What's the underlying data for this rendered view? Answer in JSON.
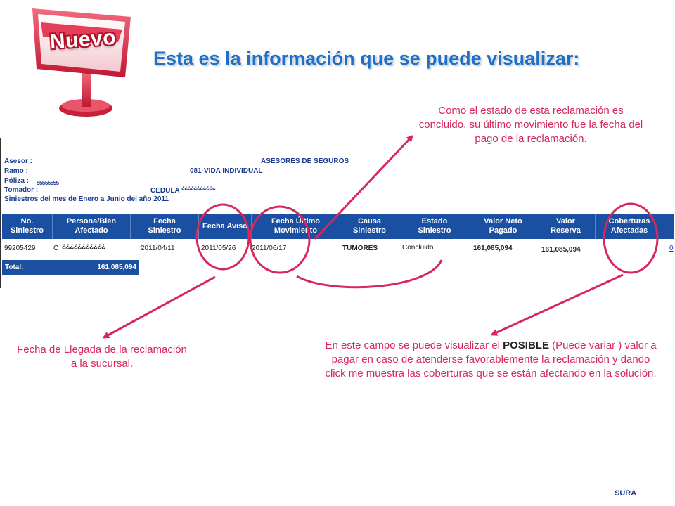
{
  "header": {
    "badge_text": "Nuevo",
    "title": "Esta es la información que se puede  visualizar:"
  },
  "report": {
    "asesor_label": "Asesor :",
    "asesor_value": "ASESORES DE SEGUROS",
    "ramo_label": "Ramo :",
    "ramo_value": "081-VIDA INDIVIDUAL",
    "poliza_label": "Póliza :",
    "poliza_value": "55555555",
    "tomador_label": "Tomador :",
    "tomador_value": "CEDULA",
    "tomador_mask": "¿¿¿¿¿¿¿¿¿¿¿",
    "periodo": "Siniestros del mes de Enero a Junio del año 2011",
    "columns": [
      "No.\nSiniestro",
      "Persona/Bien\nAfectado",
      "Fecha\nSiniestro",
      "Fecha Aviso",
      "Fecha Último\nMovimiento",
      "Causa\nSiniestro",
      "Estado\nSiniestro",
      "Valor Neto\nPagado",
      "Valor\nReserva",
      "Coberturas\nAfectadas"
    ],
    "row": {
      "siniestro": "99205429",
      "persona_prefix": "C",
      "persona_mask": "¿¿¿¿¿¿¿¿¿¿¿",
      "fecha_siniestro": "2011/04/11",
      "fecha_aviso": "2011/05/26",
      "fecha_ultimo": "2011/06/17",
      "causa": "TUMORES",
      "estado": "Concluido",
      "valor_neto": "161,085,094",
      "valor_reserva": "161,085,094",
      "coberturas_link": "0"
    },
    "total_label": "Total:",
    "total_value": "161,085,094"
  },
  "annotations": {
    "estado_note": "Como el estado de esta reclamación es concluido, su último movimiento fue la fecha del pago de la reclamación.",
    "aviso_note": "Fecha de Llegada de la reclamación a la sucursal.",
    "coberturas_note_pre": "En este campo se puede visualizar el ",
    "coberturas_note_bold": "POSIBLE",
    "coberturas_note_post": " (Puede variar ) valor a pagar en caso de atenderse favorablemente la reclamación y dando click me muestra las coberturas que se están afectando en la solución."
  },
  "footer": {
    "brand": "SURA"
  },
  "colors": {
    "accent_pink": "#d6285a",
    "title_blue": "#1f6fc6",
    "table_header_blue": "#1b4fa2"
  }
}
